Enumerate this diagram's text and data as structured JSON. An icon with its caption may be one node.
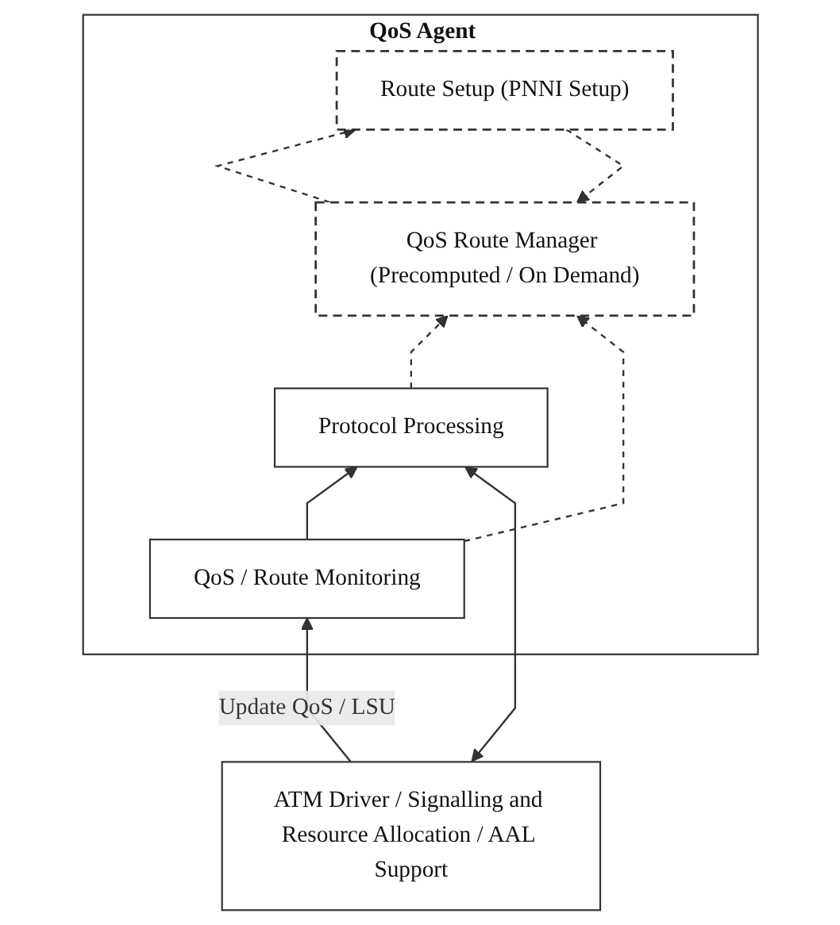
{
  "diagram": {
    "nodes": [
      {
        "text": [
          "QoS Agent"
        ]
      },
      {
        "text": [
          "QoS Route Manager (Precomputed / On Demand)"
        ],
        "in": 0
      },
      {
        "text": [
          "Protocol Processing"
        ],
        "in": 0
      },
      {
        "text": [
          "Route Setup (PNNI Setup)"
        ],
        "in": 0
      },
      {
        "text": [
          "QoS / Route Monitoring"
        ],
        "in": 0
      },
      {
        "text": [
          "ATM Driver / Signalling and Resource Allocation / AAL Support"
        ]
      }
    ],
    "edges": [
      {
        "from": 2,
        "to": 1,
        "arrow": "to",
        "style": "dashed"
      },
      {
        "from": 4,
        "to": 1,
        "arrow": "to",
        "style": "dashed"
      },
      {
        "from": 3,
        "to": 1,
        "arrow": "to",
        "style": "dashed"
      },
      {
        "from": 1,
        "to": 3,
        "arrow": "to",
        "style": "dashed"
      },
      {
        "from": 4,
        "to": 2,
        "arrow": "to"
      },
      {
        "from": 5,
        "to": 2,
        "arrow": "both"
      },
      {
        "from": 5,
        "to": 4,
        "arrow": "to",
        "label": "Update QoS / LSU"
      }
    ]
  }
}
